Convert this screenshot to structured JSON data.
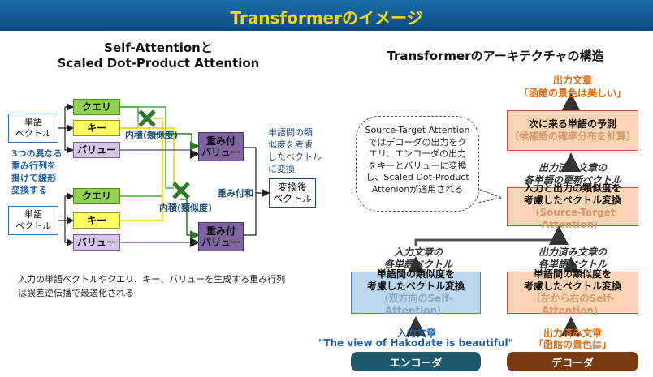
{
  "header": {
    "title": "Transformerのイメージ"
  },
  "left": {
    "title_line1": "Self-Attentionと",
    "title_line2": "Scaled Dot-Product Attention",
    "word_vector_1": "単語\nベクトル",
    "word_vector_2": "単語\nベクトル",
    "query_1": "クエリ",
    "key_1": "キー",
    "value_1": "バリュー",
    "query_2": "クエリ",
    "key_2": "キー",
    "value_2": "バリュー",
    "dot_product_1": "内積(類似度)",
    "dot_product_2": "内積(類似度)",
    "weighted_value_1": "重み付\nバリュー",
    "weighted_value_2": "重み付\nバリュー",
    "weighted_sum": "重み付和",
    "transformed_vector": "変換後\nベクトル",
    "linear_transform_note": "3つの異なる\n重み行列を\n掛けて線形\n変換する",
    "similarity_note": "単語間の類\n似度を考慮\nしたベクトル\nに変換",
    "footnote": "入力の単語ベクトルやクエリ、キー、バリューを生成する重み行列\nは誤差逆伝播で最適化される"
  },
  "right": {
    "title": "Transformerのアーキテクチャの構造",
    "output_sentence_label": "出力文章",
    "output_sentence": "「函館の景色は美しい」",
    "predict_box_line1": "次に来る単語の予測",
    "predict_box_line2": "（候補語の確率分布を計算）",
    "updated_vector_label": "出力済み文章の\n各単語の更新ベクトル",
    "st_box_line1": "入力と出力の類似度を\n考慮したベクトル変換",
    "st_box_line2": "（Source-Target Attention）",
    "bubble_text": "Source-Target Attention\nではデコーダの出力をク\nエリ、エンコーダの出力\nをキーとバリューに変換\nし、Scaled Dot-Product\nAttenionが適用される",
    "enc_vector_label": "入力文章の\n各単語ベクトル",
    "dec_vector_label": "出力済み文章の\n各単語ベクトル",
    "enc_box_line1": "単語間の類似度を\n考慮したベクトル変換",
    "enc_box_line2": "（双方向のSelf-Attention）",
    "dec_box_line1": "単語間の類似度を\n考慮したベクトル変換",
    "dec_box_line2": "（左から右のSelf-Attention）",
    "input_sentence_label": "入力文章",
    "input_sentence": "\"The view of  Hakodate is beautiful\"",
    "dec_input_label": "出力済み文章",
    "dec_input": "「函館の景色は」",
    "encoder_label": "エンコーダ",
    "decoder_label": "デコーダ"
  },
  "colors": {
    "header_bg": "#0b4a82",
    "header_text": "#ffd700",
    "encoder": "#1d5a6e",
    "decoder": "#7a3b10"
  }
}
